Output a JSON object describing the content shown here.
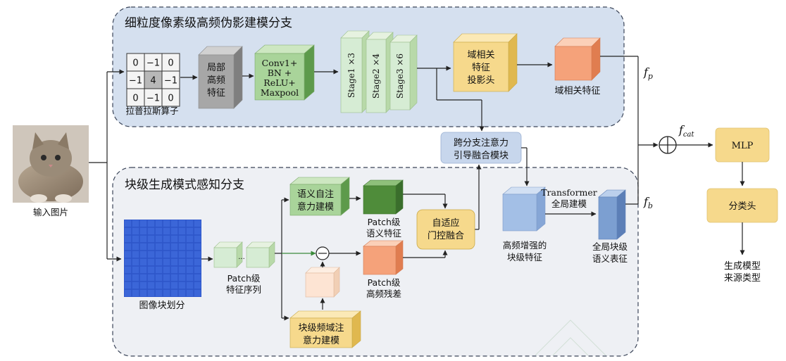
{
  "branches": {
    "top_title": "细粒度像素级高频伪影建模分支",
    "bottom_title": "块级生成模式感知分支"
  },
  "input": {
    "label": "输入图片"
  },
  "laplacian": {
    "label": "拉普拉斯算子",
    "kernel": [
      "0",
      "−1",
      "0",
      "−1",
      "4",
      "−1",
      "0",
      "−1",
      "0"
    ]
  },
  "blocks": {
    "local_hf": [
      "局部",
      "高频",
      "特征"
    ],
    "conv": [
      "Conv1+",
      "BN +",
      "ReLU+",
      "Maxpool"
    ],
    "stage1": "Stage1 ×3",
    "stage2": "Stage2 ×4",
    "stage3": "Stage3 ×6",
    "domain_head": [
      "域相关",
      "特征",
      "投影头"
    ],
    "domain_feat": "域相关特征",
    "cross_attn": [
      "跨分支注意力",
      "引导融合模块"
    ],
    "patch_split": "图像块划分",
    "patch_seq": [
      "Patch级",
      "特征序列"
    ],
    "dots": "···",
    "semantic_attn": [
      "语义自注",
      "意力建模"
    ],
    "patch_sem": [
      "Patch级",
      "语义特征"
    ],
    "adaptive_gate": [
      "自适应",
      "门控融合"
    ],
    "patch_res": [
      "Patch级",
      "高频残差"
    ],
    "freq_attn": [
      "块级频域注",
      "意力建模"
    ],
    "hf_enhanced": [
      "高频增强的",
      "块级特征"
    ],
    "transformer": [
      "Transformer",
      "全局建模"
    ],
    "global_sem": [
      "全局块级",
      "语义表征"
    ],
    "mlp": "MLP",
    "cls_head": "分类头",
    "output": [
      "生成模型",
      "来源类型"
    ]
  },
  "symbols": {
    "fp_main": "f",
    "fp_sub": "p",
    "fb_main": "f",
    "fb_sub": "b",
    "fcat_main": "f",
    "fcat_sub": "cat"
  },
  "colors": {
    "top_panel": "#d5e0ef",
    "bottom_panel": "#eef0f4",
    "green": "#a9d49a",
    "light_green": "#d6ecd4",
    "dark_green": "#4f8c3a",
    "orange": "#f5a27a",
    "yellow": "#f6d98c",
    "blue": "#a3bfe6",
    "dark_blue": "#7c9fd1",
    "gray": "#a7a7a7"
  }
}
